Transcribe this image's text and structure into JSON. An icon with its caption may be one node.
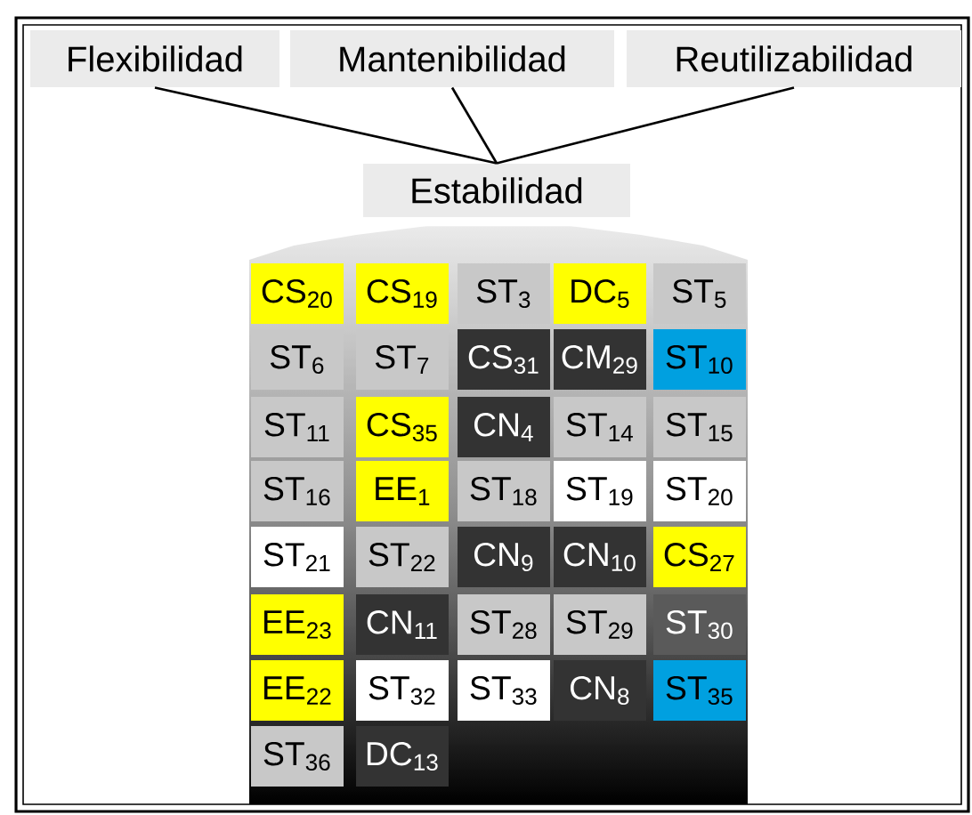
{
  "diagram": {
    "nodes": [
      {
        "text": [
          "Flexibilidad"
        ]
      },
      {
        "text": [
          "Mantenibilidad"
        ]
      },
      {
        "text": [
          "Reutilizabilidad"
        ]
      },
      {
        "text": [
          "Estabilidad"
        ]
      },
      {
        "text": [
          "CS$_{20}$"
        ]
      },
      {
        "text": [
          "CS$_{19}$"
        ]
      },
      {
        "text": [
          "ST$_{3}$"
        ]
      },
      {
        "text": [
          "DC$_{5}$"
        ]
      },
      {
        "text": [
          "ST$_{5}$"
        ]
      },
      {
        "text": [
          "ST$_{6}$"
        ]
      },
      {
        "text": [
          "ST$_{7}$"
        ]
      },
      {
        "text": [
          "CS$_{31}$"
        ]
      },
      {
        "text": [
          "CM$_{29}$"
        ]
      },
      {
        "text": [
          "ST$_{10}$"
        ]
      },
      {
        "text": [
          "ST$_{11}$"
        ]
      },
      {
        "text": [
          "CS$_{35}$"
        ]
      },
      {
        "text": [
          "CN$_{4}$"
        ]
      },
      {
        "text": [
          "ST$_{14}$"
        ]
      },
      {
        "text": [
          "ST$_{15}$"
        ]
      },
      {
        "text": [
          "ST$_{16}$"
        ]
      },
      {
        "text": [
          "EE$_{1}$"
        ]
      },
      {
        "text": [
          "ST$_{18}$"
        ]
      },
      {
        "text": [
          "ST$_{19}$"
        ]
      },
      {
        "text": [
          "ST$_{20}$"
        ]
      },
      {
        "text": [
          "ST$_{21}$"
        ]
      },
      {
        "text": [
          "ST$_{22}$"
        ]
      },
      {
        "text": [
          "CN$_{9}$"
        ]
      },
      {
        "text": [
          "CN$_{10}$"
        ]
      },
      {
        "text": [
          "CS$_{27}$"
        ]
      },
      {
        "text": [
          "EE$_{23}$"
        ]
      },
      {
        "text": [
          "CN$_{11}$"
        ]
      },
      {
        "text": [
          "ST$_{28}$"
        ]
      },
      {
        "text": [
          "ST$_{29}$"
        ]
      },
      {
        "text": [
          "ST$_{30}$"
        ]
      },
      {
        "text": [
          "EE$_{22}$"
        ]
      },
      {
        "text": [
          "ST$_{32}$"
        ]
      },
      {
        "text": [
          "ST$_{33}$"
        ]
      },
      {
        "text": [
          "CN$_{8}$"
        ]
      },
      {
        "text": [
          "ST$_{35}$"
        ]
      },
      {
        "text": [
          "ST$_{36}$"
        ]
      },
      {
        "text": [
          "DC$_{13}$"
        ]
      }
    ],
    "edges": [
      {
        "from": 0,
        "to": 3,
        "arrow": "none"
      },
      {
        "from": 1,
        "to": 3,
        "arrow": "none"
      },
      {
        "from": 2,
        "to": 3,
        "arrow": "none"
      }
    ]
  }
}
